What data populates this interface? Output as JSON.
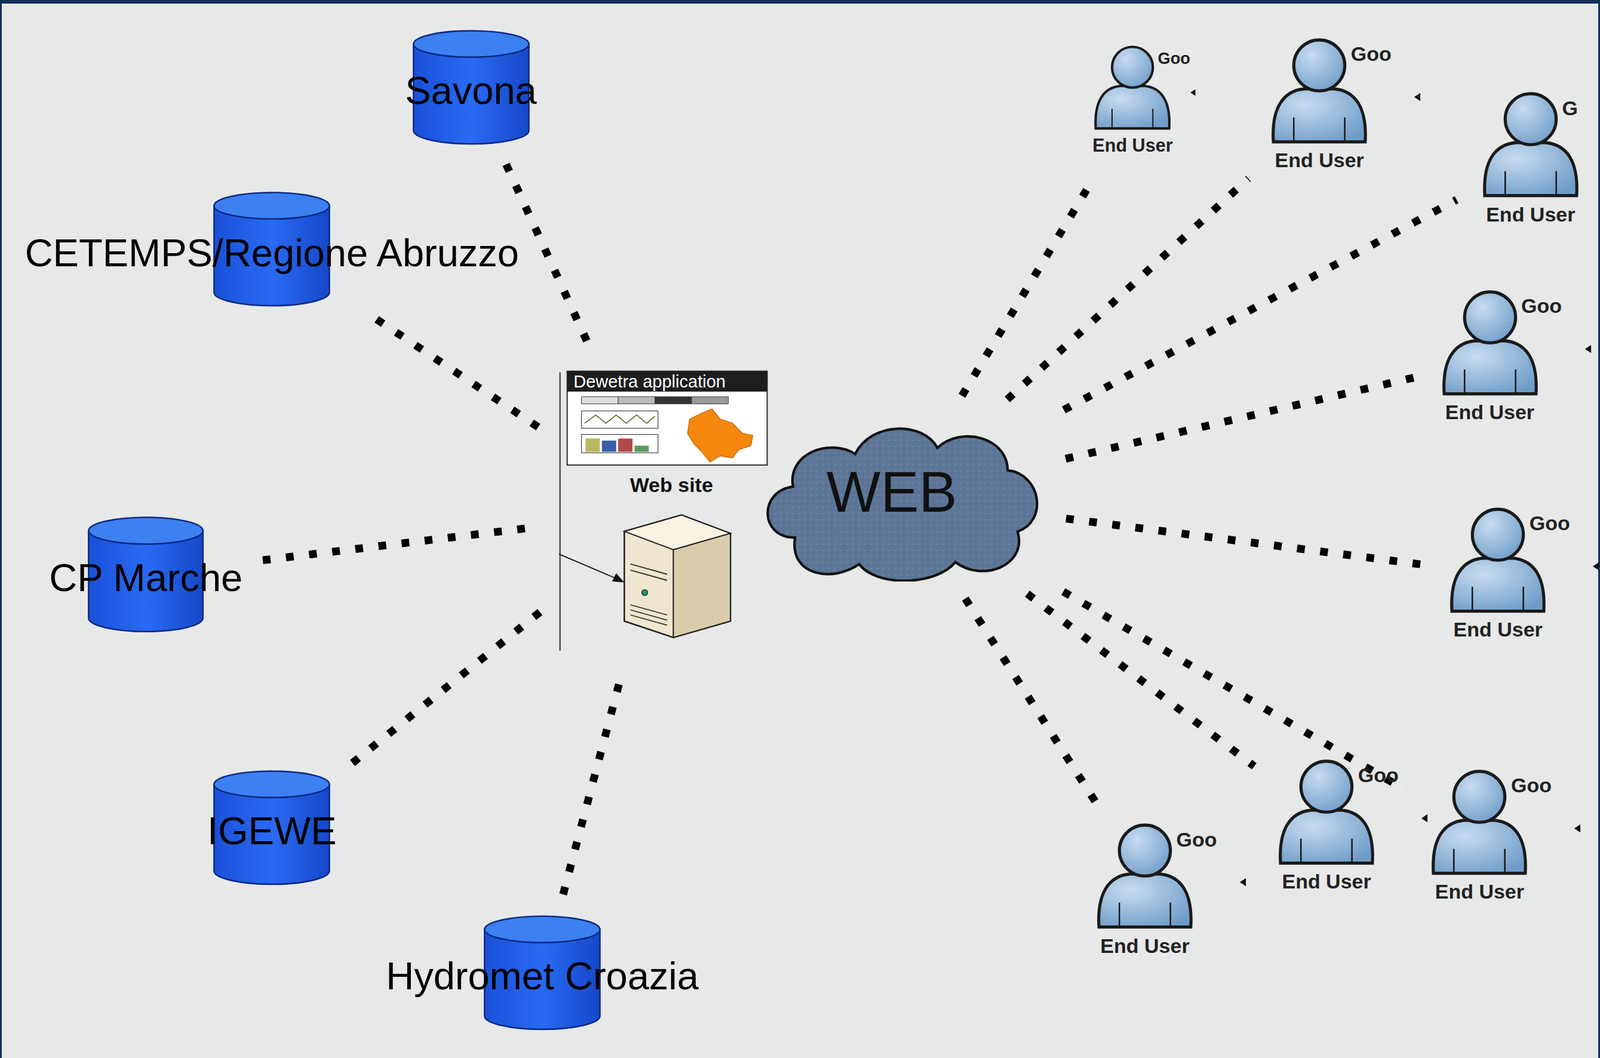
{
  "diagram": {
    "nodes": [
      {
        "text": [
          "Savona"
        ]
      },
      {
        "text": [
          "CETEMPS/Regione Abruzzo"
        ]
      },
      {
        "text": [
          "CP Marche"
        ]
      },
      {
        "text": [
          "IGEWE"
        ]
      },
      {
        "text": [
          "Hydromet Croazia"
        ]
      },
      {
        "text": [
          "Dewetra application",
          "Web site"
        ]
      },
      {
        "text": [
          "WEB"
        ]
      },
      {
        "text": [
          "Goo",
          "End User"
        ]
      },
      {
        "text": [
          "Goo",
          "End User"
        ]
      },
      {
        "text": [
          "G",
          "End User"
        ]
      },
      {
        "text": [
          "Goo",
          "End User"
        ]
      },
      {
        "text": [
          "Goo",
          "End User"
        ]
      },
      {
        "text": [
          "Goo",
          "End User"
        ]
      },
      {
        "text": [
          "Goo",
          "End User"
        ]
      },
      {
        "text": [
          "Goo",
          "End User"
        ]
      }
    ],
    "edges": [
      {
        "from": 0,
        "to": 5,
        "arrow": "none"
      },
      {
        "from": 1,
        "to": 5,
        "arrow": "none"
      },
      {
        "from": 2,
        "to": 5,
        "arrow": "none"
      },
      {
        "from": 3,
        "to": 5,
        "arrow": "none"
      },
      {
        "from": 4,
        "to": 5,
        "arrow": "none"
      },
      {
        "from": 6,
        "to": 7,
        "arrow": "none"
      },
      {
        "from": 6,
        "to": 8,
        "arrow": "none"
      },
      {
        "from": 6,
        "to": 9,
        "arrow": "none"
      },
      {
        "from": 6,
        "to": 10,
        "arrow": "none"
      },
      {
        "from": 6,
        "to": 11,
        "arrow": "none"
      },
      {
        "from": 6,
        "to": 12,
        "arrow": "none"
      },
      {
        "from": 6,
        "to": 13,
        "arrow": "none"
      },
      {
        "from": 6,
        "to": 14,
        "arrow": "none"
      }
    ]
  }
}
